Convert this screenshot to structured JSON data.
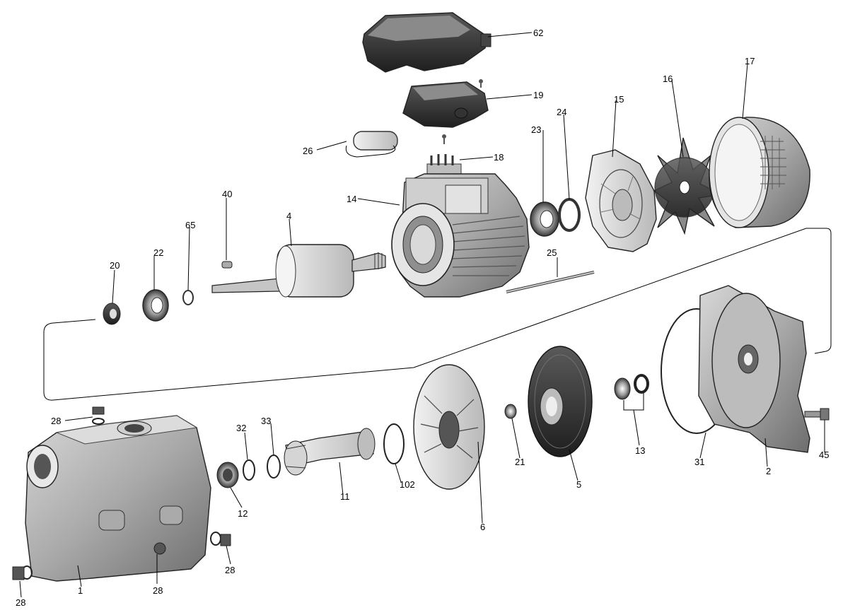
{
  "labels": {
    "p62": "62",
    "p19": "19",
    "p26": "26",
    "p18": "18",
    "p14": "14",
    "p23": "23",
    "p24": "24",
    "p15": "15",
    "p16": "16",
    "p17": "17",
    "p40": "40",
    "p4": "4",
    "p65": "65",
    "p22": "22",
    "p20": "20",
    "p25": "25",
    "p28a": "28",
    "p32": "32",
    "p33": "33",
    "p12": "12",
    "p11": "11",
    "p102": "102",
    "p6": "6",
    "p21": "21",
    "p5": "5",
    "p13": "13",
    "p31": "31",
    "p2": "2",
    "p45": "45",
    "p28b": "28",
    "p28c": "28",
    "p1": "1",
    "p28d": "28"
  }
}
